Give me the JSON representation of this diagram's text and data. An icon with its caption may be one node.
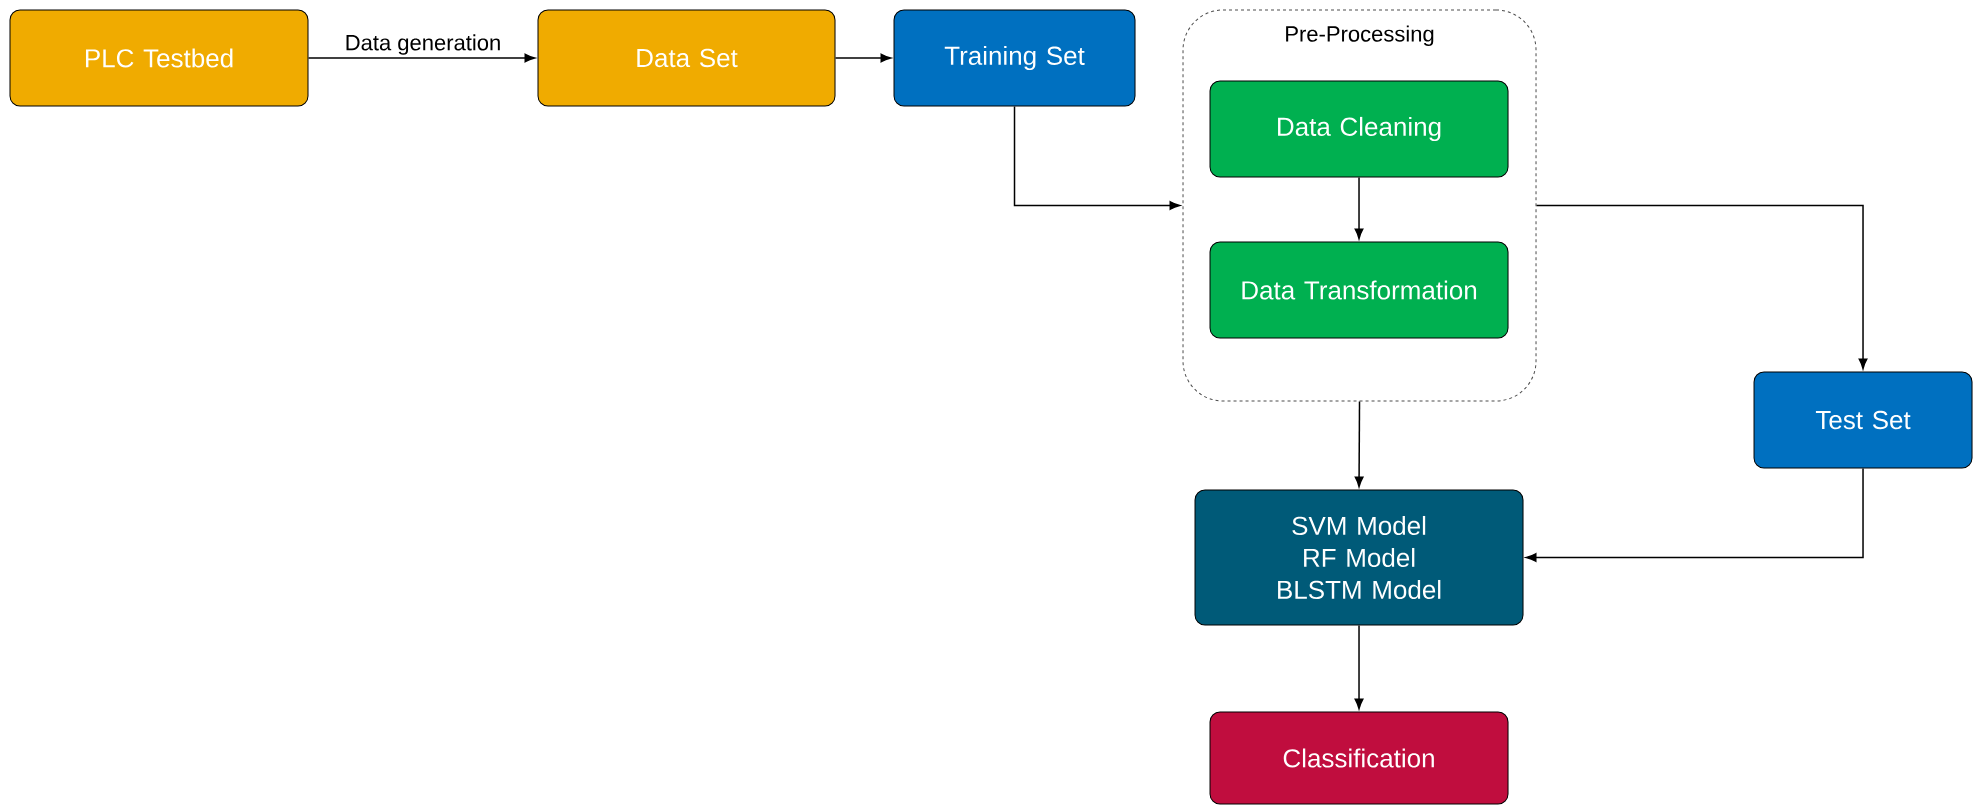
{
  "diagram": {
    "nodes": [
      {
        "text": [
          "PLC Testbed"
        ]
      },
      {
        "text": [
          "Data Set"
        ]
      },
      {
        "text": [
          "Training Set"
        ]
      },
      {
        "text": [
          "Pre-Processing"
        ]
      },
      {
        "text": [
          "Data Cleaning"
        ],
        "in": 3
      },
      {
        "text": [
          "Data Transformation"
        ],
        "in": 3
      },
      {
        "text": [
          "Test Set"
        ]
      },
      {
        "text": [
          "SVM Model",
          "RF Model",
          "BLSTM Model"
        ]
      },
      {
        "text": [
          "Classification"
        ]
      }
    ],
    "edges": [
      {
        "from": 0,
        "to": 1,
        "arrow": "to",
        "label": "Data generation"
      },
      {
        "from": 1,
        "to": 2,
        "arrow": "to"
      },
      {
        "from": 2,
        "to": 3,
        "arrow": "to"
      },
      {
        "from": 4,
        "to": 5,
        "arrow": "to"
      },
      {
        "from": 3,
        "to": 6,
        "arrow": "to"
      },
      {
        "from": 3,
        "to": 7,
        "arrow": "to"
      },
      {
        "from": 6,
        "to": 7,
        "arrow": "to"
      },
      {
        "from": 7,
        "to": 8,
        "arrow": "to"
      }
    ]
  }
}
